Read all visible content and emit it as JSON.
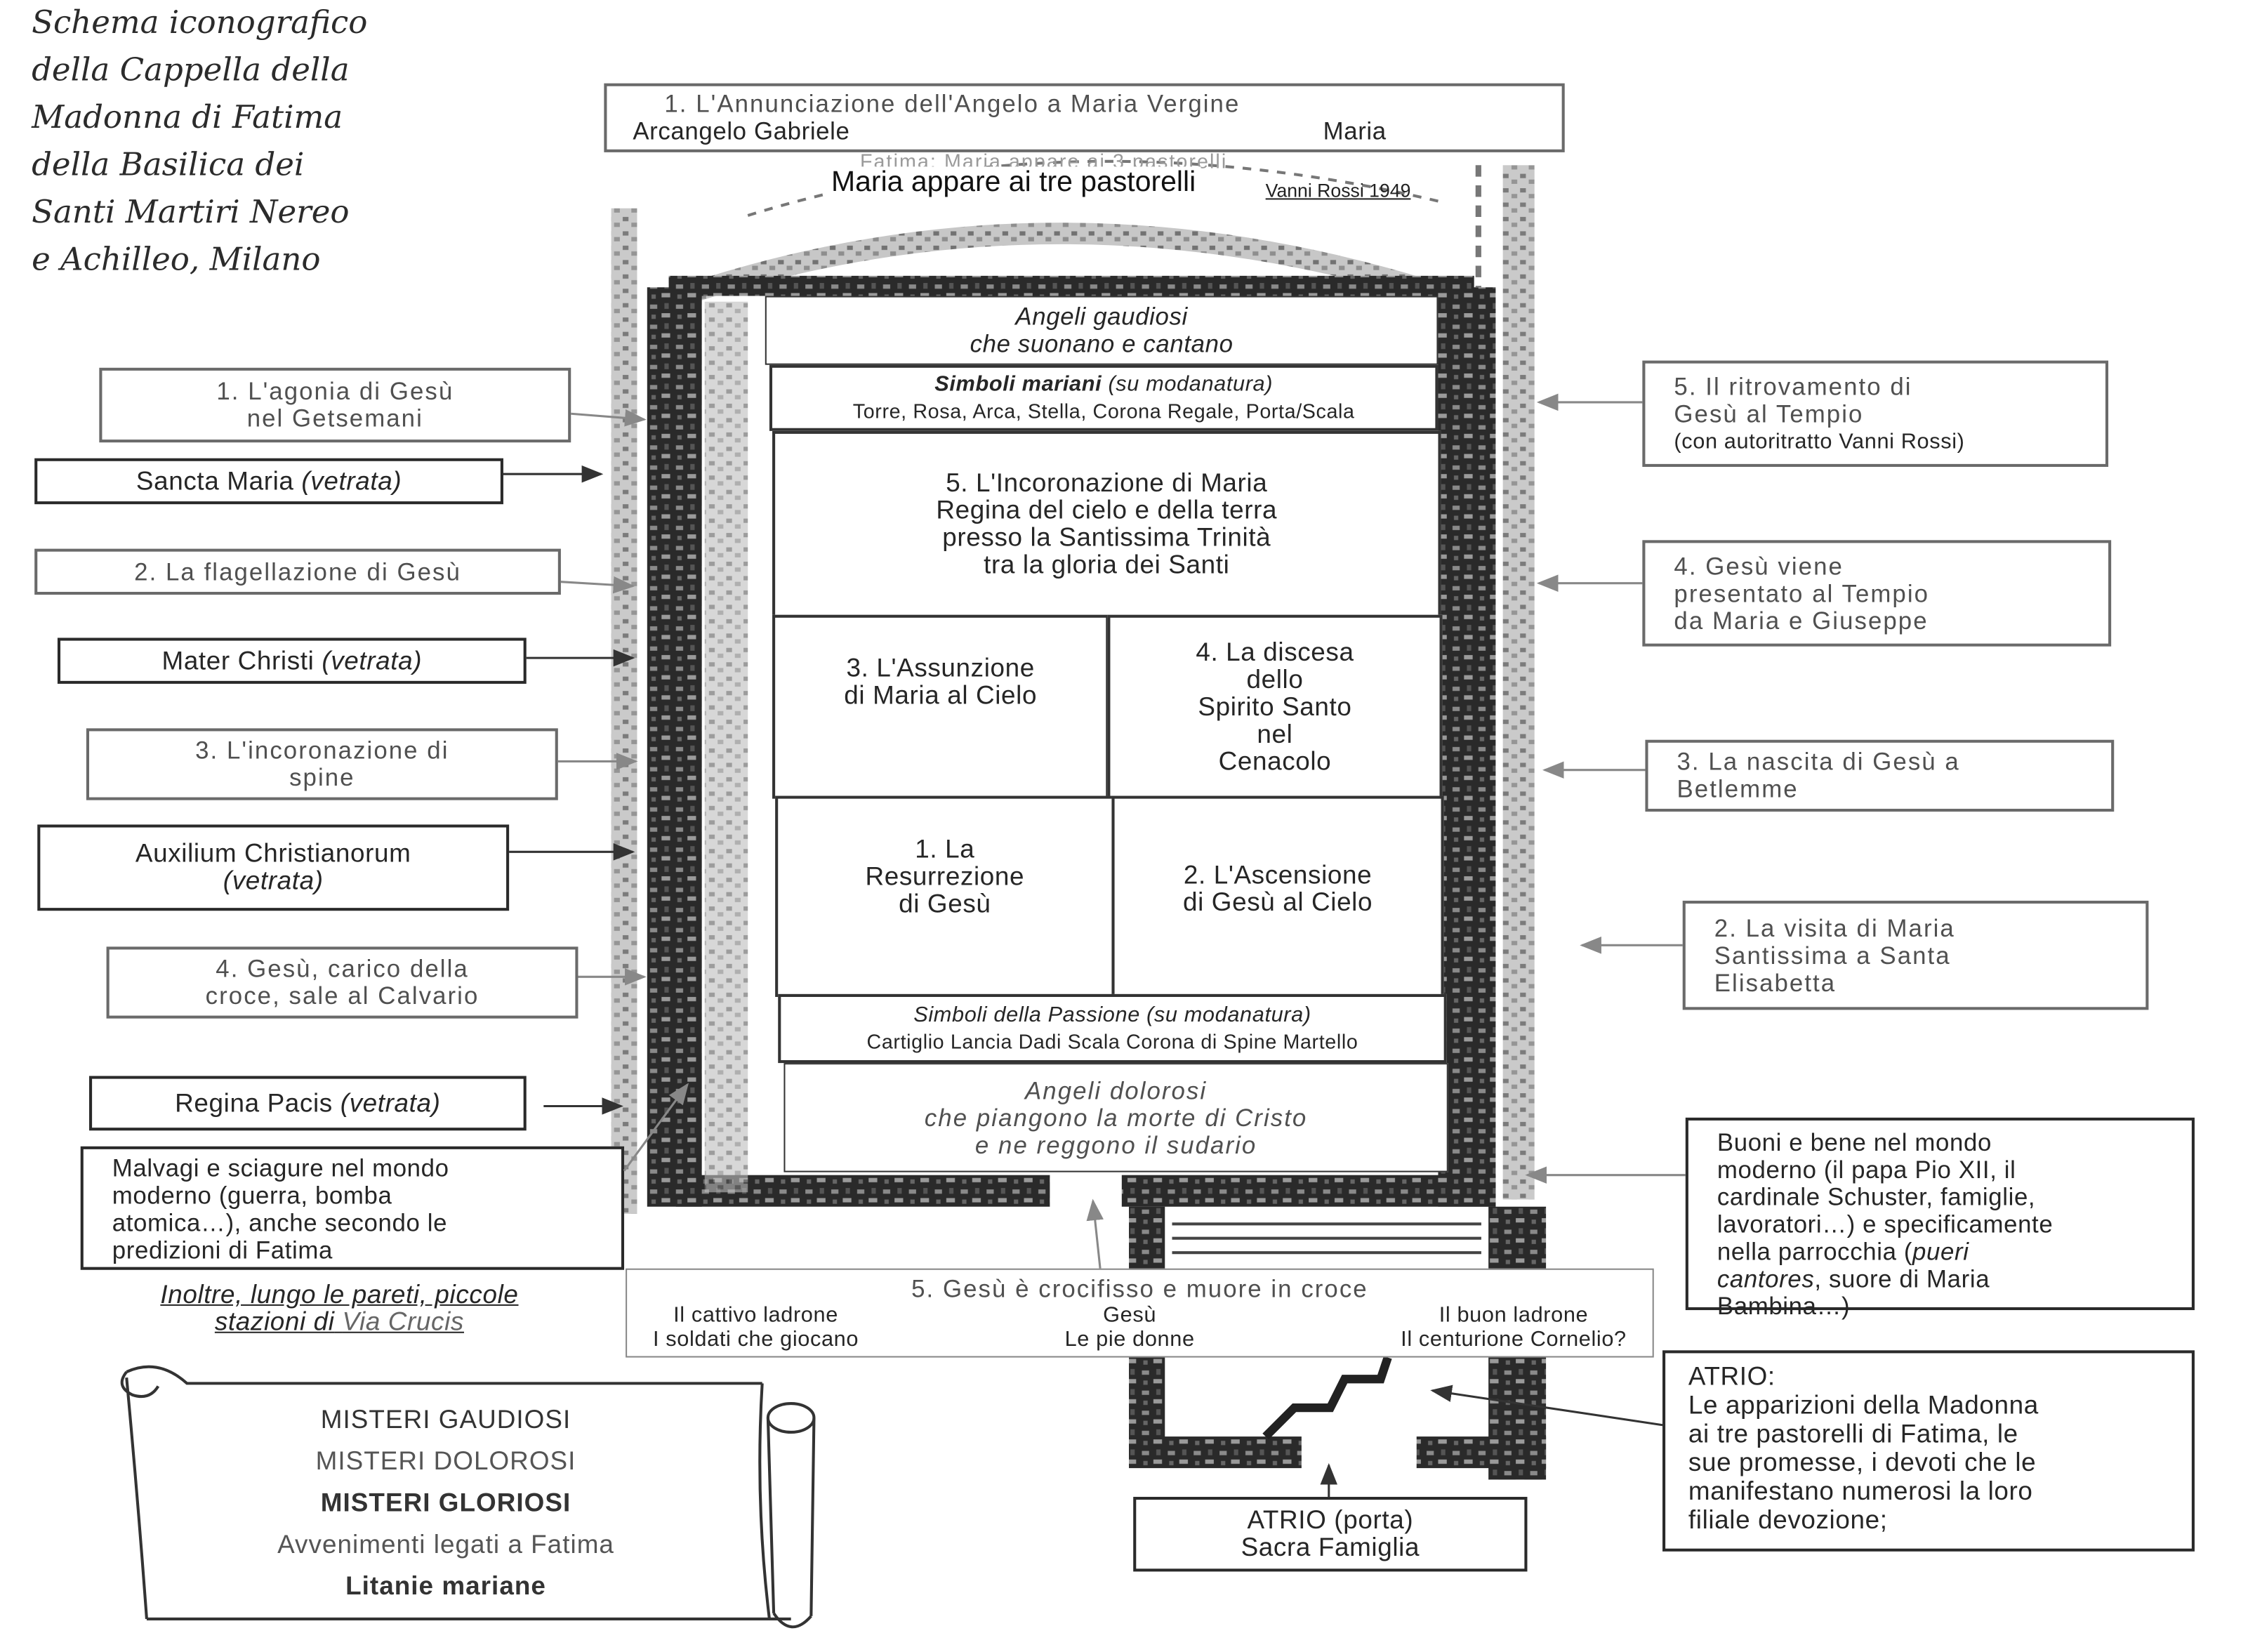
{
  "title": {
    "lines": [
      "Schema iconografico",
      "della Cappella della",
      "Madonna di Fatima",
      "della Basilica dei",
      "Santi Martiri Nereo",
      "e Achilleo, Milano"
    ]
  },
  "top": {
    "annunciation": "1.   L'Annunciazione dell'Angelo a Maria Vergine",
    "gabriel": "Arcangelo Gabriele",
    "maria": "Maria",
    "faded_fatima": "Fatima: Maria appare ai 3 pastorelli",
    "fatima": "Maria appare ai tre pastorelli",
    "author": "Vanni Rossi 1949"
  },
  "chapel": {
    "angeli_gaudiosi": [
      "Angeli gaudiosi",
      "che suonano e cantano"
    ],
    "simboli_mariani_title": "Simboli mariani",
    "simboli_mariani_note": "(su modanatura)",
    "simboli_mariani_list": "Torre, Rosa, Arca, Stella, Corona Regale, Porta/Scala",
    "incoronazione": [
      "5. L'Incoronazione di Maria",
      "Regina del cielo e della terra",
      "presso la Santissima Trinità",
      "tra la gloria dei Santi"
    ],
    "assunzione": [
      "3. L'Assunzione",
      "di Maria al Cielo"
    ],
    "discesa": [
      "4.  La discesa",
      "dello",
      "Spirito Santo",
      "nel",
      "Cenacolo"
    ],
    "resurrezione": [
      "1. La",
      "Resurrezione",
      "di Gesù"
    ],
    "ascensione": [
      "2. L'Ascensione",
      "di Gesù al Cielo"
    ],
    "simboli_passione_title": "Simboli della Passione",
    "simboli_passione_note": "(su modanatura)",
    "simboli_passione_list": "Cartiglio Lancia Dadi Scala Corona di Spine Martello",
    "angeli_dolorosi": [
      "Angeli dolorosi",
      "che piangono la morte di Cristo",
      "e ne reggono il sudario"
    ]
  },
  "left": {
    "agonia": [
      "1. L'agonia di Gesù",
      "nel Getsemani"
    ],
    "sancta_maria": "Sancta Maria",
    "flagellazione": "2. La flagellazione di Gesù",
    "mater_christi": "Mater Christi",
    "incoronazione_spine": [
      "3. L'incoronazione di",
      "spine"
    ],
    "auxilium": "Auxilium Christianorum",
    "calvario": [
      "4. Gesù, carico della",
      "croce, sale al Calvario"
    ],
    "regina_pacis": "Regina Pacis",
    "vetrata": "(vetrata)",
    "malvagi": [
      "Malvagi e  sciagure nel mondo",
      "moderno (guerra, bomba",
      "atomica…), anche secondo le",
      "predizioni di Fatima"
    ],
    "inoltre_1": "Inoltre, lungo le pareti, piccole",
    "inoltre_2": "stazioni di",
    "via_crucis": "Via Crucis"
  },
  "right": {
    "ritrovamento": [
      "5. Il ritrovamento di",
      "Gesù al Tempio"
    ],
    "autoritratto": "(con autoritratto Vanni Rossi)",
    "presentato": [
      "4. Gesù viene",
      "presentato al Tempio",
      "da Maria e Giuseppe"
    ],
    "nascita": [
      "3. La nascita di Gesù a",
      "Betlemme"
    ],
    "visita": [
      "2. La visita di Maria",
      "Santissima a Santa",
      "Elisabetta"
    ],
    "buoni_lines": [
      "Buoni e bene nel mondo",
      "moderno (il papa Pio XII, il",
      "cardinale Schuster, famiglie,",
      "lavoratori…) e specificamente",
      "nella parrocchia ("
    ],
    "pueri": "pueri",
    "cantores": "cantores",
    "buoni_tail": ", suore di Maria",
    "bambina": "Bambina…)",
    "atrio_lines": [
      "ATRIO:",
      "Le apparizioni della Madonna",
      "ai tre pastorelli di Fatima, le",
      "sue promesse, i devoti che le",
      "manifestano numerosi la loro",
      "filiale devozione;"
    ]
  },
  "bottom": {
    "crocifisso": "5. Gesù è crocifisso e muore in croce",
    "cattivo": "Il cattivo ladrone",
    "soldati": "I soldati che giocano",
    "gesu": "Gesù",
    "pie_donne": "Le pie donne",
    "buon_ladrone": "Il buon ladrone",
    "centurione": "Il centurione Cornelio?",
    "atrio_porta": "ATRIO (porta)",
    "sacra_famiglia": "Sacra Famiglia"
  },
  "legend": {
    "items": [
      "MISTERI GAUDIOSI",
      "MISTERI DOLOROSI",
      "MISTERI GLORIOSI",
      "Avvenimenti legati a Fatima",
      "Litanie mariane"
    ]
  }
}
